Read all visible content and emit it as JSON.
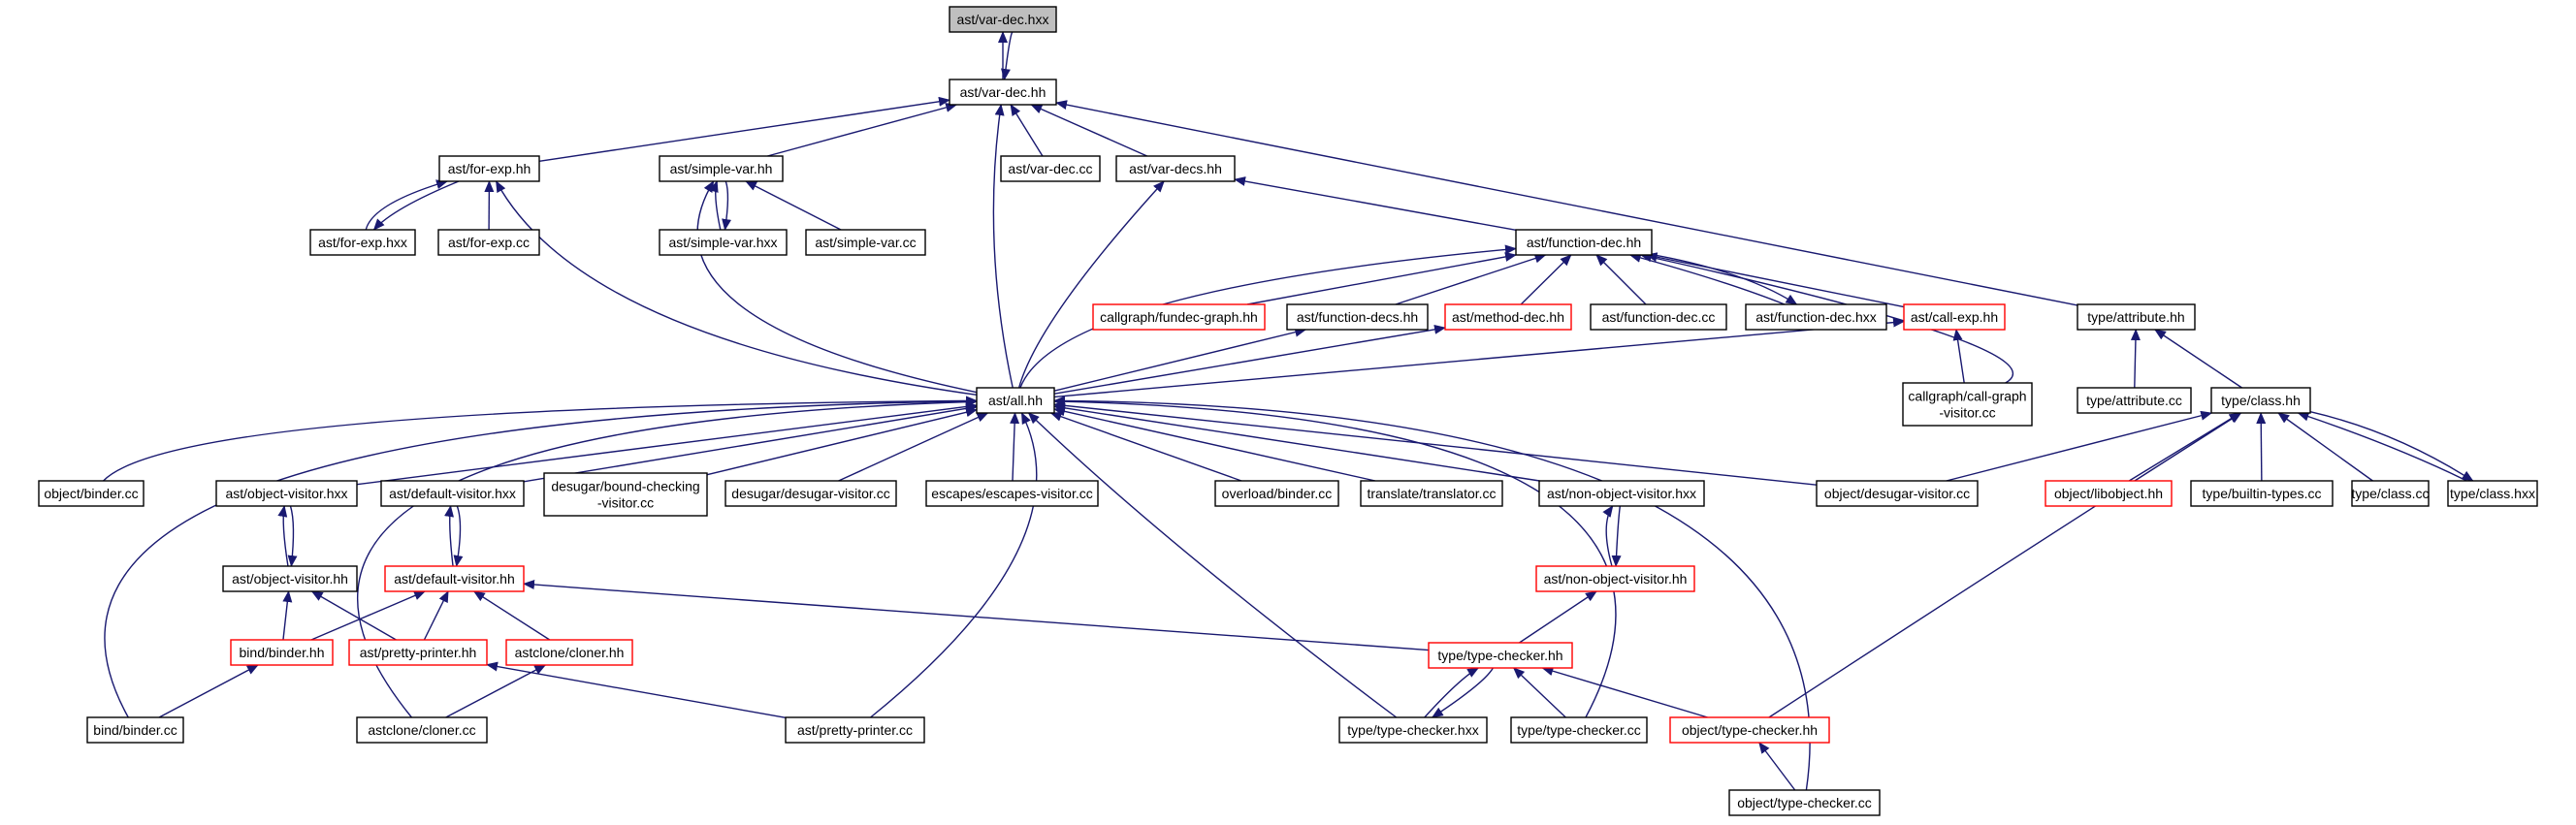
{
  "colors": {
    "edge": "#191970",
    "border_normal": "#000000",
    "border_truncated": "#ff0000",
    "root_fill": "#bfbfbf",
    "node_fill": "#ffffff"
  },
  "nodes": [
    {
      "id": "vardec_hxx",
      "lines": [
        "ast/var-dec.hxx"
      ],
      "root": true
    },
    {
      "id": "vardec_hh",
      "lines": [
        "ast/var-dec.hh"
      ]
    },
    {
      "id": "forexp_hh",
      "lines": [
        "ast/for-exp.hh"
      ]
    },
    {
      "id": "simplevar_hh",
      "lines": [
        "ast/simple-var.hh"
      ]
    },
    {
      "id": "vardec_cc",
      "lines": [
        "ast/var-dec.cc"
      ]
    },
    {
      "id": "vardecs_hh",
      "lines": [
        "ast/var-decs.hh"
      ]
    },
    {
      "id": "forexp_hxx",
      "lines": [
        "ast/for-exp.hxx"
      ]
    },
    {
      "id": "forexp_cc",
      "lines": [
        "ast/for-exp.cc"
      ]
    },
    {
      "id": "simplevar_hxx",
      "lines": [
        "ast/simple-var.hxx"
      ]
    },
    {
      "id": "simplevar_cc",
      "lines": [
        "ast/simple-var.cc"
      ]
    },
    {
      "id": "fundec_hh",
      "lines": [
        "ast/function-dec.hh"
      ]
    },
    {
      "id": "fundecgraph_hh",
      "lines": [
        "callgraph/fundec-graph.hh"
      ],
      "truncated": true
    },
    {
      "id": "fundecs_hh",
      "lines": [
        "ast/function-decs.hh"
      ]
    },
    {
      "id": "methoddec_hh",
      "lines": [
        "ast/method-dec.hh"
      ],
      "truncated": true
    },
    {
      "id": "fundec_cc",
      "lines": [
        "ast/function-dec.cc"
      ]
    },
    {
      "id": "fundec_hxx",
      "lines": [
        "ast/function-dec.hxx"
      ]
    },
    {
      "id": "callexp_hh",
      "lines": [
        "ast/call-exp.hh"
      ],
      "truncated": true
    },
    {
      "id": "attribute_hh",
      "lines": [
        "type/attribute.hh"
      ]
    },
    {
      "id": "callgraphvisitor_cc",
      "lines": [
        "callgraph/call-graph",
        "-visitor.cc"
      ]
    },
    {
      "id": "attribute_cc",
      "lines": [
        "type/attribute.cc"
      ]
    },
    {
      "id": "class_hh",
      "lines": [
        "type/class.hh"
      ]
    },
    {
      "id": "all_hh",
      "lines": [
        "ast/all.hh"
      ]
    },
    {
      "id": "objbinder_cc",
      "lines": [
        "object/binder.cc"
      ]
    },
    {
      "id": "objvisitor_hxx",
      "lines": [
        "ast/object-visitor.hxx"
      ]
    },
    {
      "id": "defvisitor_hxx",
      "lines": [
        "ast/default-visitor.hxx"
      ]
    },
    {
      "id": "boundchecking_cc",
      "lines": [
        "desugar/bound-checking",
        "-visitor.cc"
      ]
    },
    {
      "id": "desugarvisitor_cc",
      "lines": [
        "desugar/desugar-visitor.cc"
      ]
    },
    {
      "id": "escapes_cc",
      "lines": [
        "escapes/escapes-visitor.cc"
      ]
    },
    {
      "id": "overload_cc",
      "lines": [
        "overload/binder.cc"
      ]
    },
    {
      "id": "translator_cc",
      "lines": [
        "translate/translator.cc"
      ]
    },
    {
      "id": "nonobjvisitor_hxx",
      "lines": [
        "ast/non-object-visitor.hxx"
      ]
    },
    {
      "id": "objdesugar_cc",
      "lines": [
        "object/desugar-visitor.cc"
      ]
    },
    {
      "id": "libobject_hh",
      "lines": [
        "object/libobject.hh"
      ],
      "truncated": true
    },
    {
      "id": "builtintypes_cc",
      "lines": [
        "type/builtin-types.cc"
      ]
    },
    {
      "id": "class_cc",
      "lines": [
        "type/class.cc"
      ]
    },
    {
      "id": "class_hxx",
      "lines": [
        "type/class.hxx"
      ]
    },
    {
      "id": "objvisitor_hh",
      "lines": [
        "ast/object-visitor.hh"
      ]
    },
    {
      "id": "defvisitor_hh",
      "lines": [
        "ast/default-visitor.hh"
      ],
      "truncated": true
    },
    {
      "id": "nonobjvisitor_hh",
      "lines": [
        "ast/non-object-visitor.hh"
      ],
      "truncated": true
    },
    {
      "id": "binder_hh",
      "lines": [
        "bind/binder.hh"
      ],
      "truncated": true
    },
    {
      "id": "prettyprinter_hh",
      "lines": [
        "ast/pretty-printer.hh"
      ],
      "truncated": true
    },
    {
      "id": "cloner_hh",
      "lines": [
        "astclone/cloner.hh"
      ],
      "truncated": true
    },
    {
      "id": "typechecker_hh",
      "lines": [
        "type/type-checker.hh"
      ],
      "truncated": true
    },
    {
      "id": "binder_cc",
      "lines": [
        "bind/binder.cc"
      ]
    },
    {
      "id": "cloner_cc",
      "lines": [
        "astclone/cloner.cc"
      ]
    },
    {
      "id": "prettyprinter_cc",
      "lines": [
        "ast/pretty-printer.cc"
      ]
    },
    {
      "id": "typechecker_hxx",
      "lines": [
        "type/type-checker.hxx"
      ]
    },
    {
      "id": "typechecker_cc",
      "lines": [
        "type/type-checker.cc"
      ]
    },
    {
      "id": "objtypechecker_hh",
      "lines": [
        "object/type-checker.hh"
      ],
      "truncated": true
    },
    {
      "id": "objtypechecker_cc",
      "lines": [
        "object/type-checker.cc"
      ]
    }
  ]
}
